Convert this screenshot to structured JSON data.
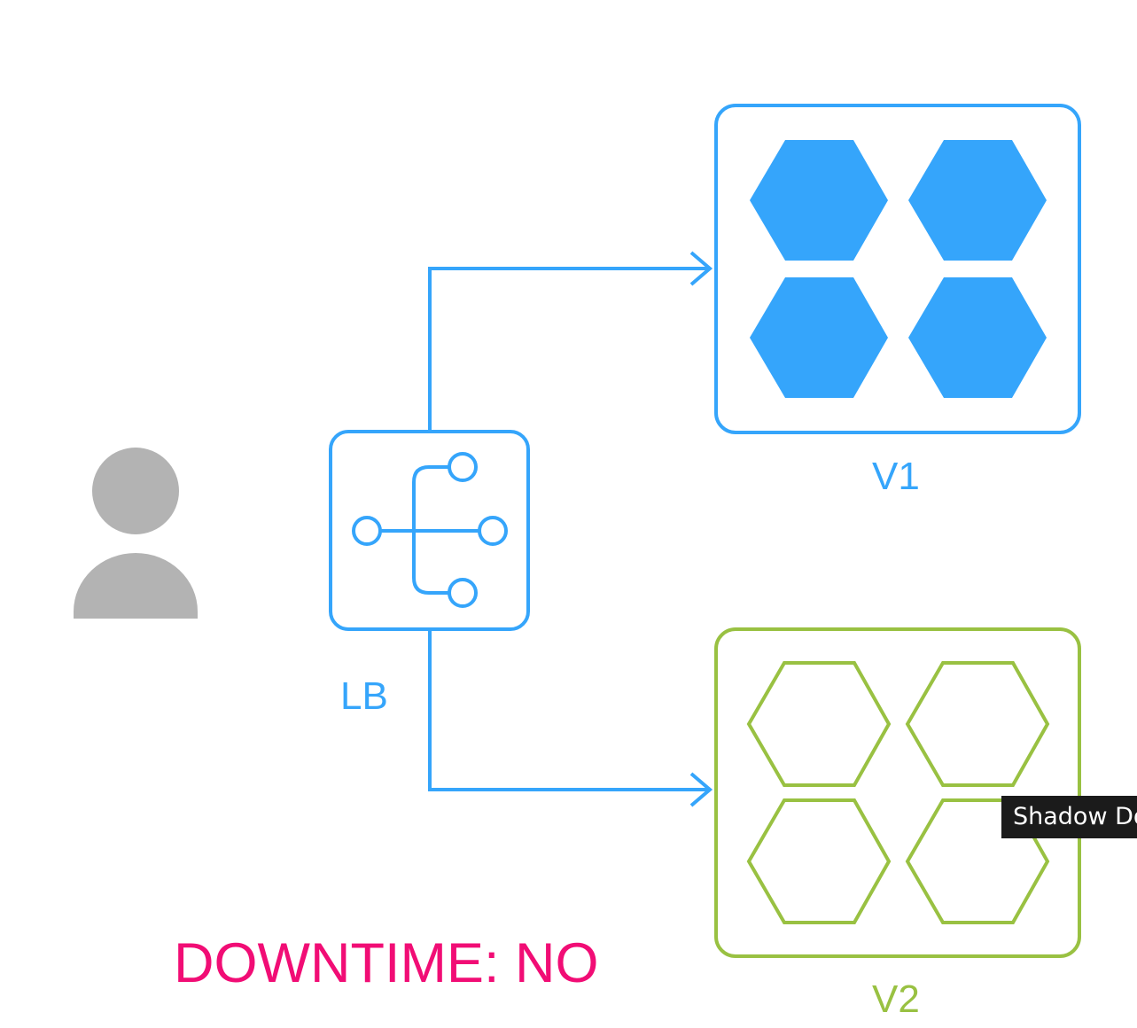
{
  "colors": {
    "v1": "#35a5fb",
    "v2": "#99c142",
    "user": "#b3b3b3",
    "downtime": "#f10d75",
    "tooltip_bg": "#1b1b1b",
    "tooltip_text": "#ffffff"
  },
  "nodes": {
    "user": {
      "icon": "user-icon"
    },
    "lb": {
      "label": "LB",
      "icon": "load-balancer-icon"
    },
    "v1": {
      "label": "V1",
      "instances": 4,
      "style": "filled-hexagon"
    },
    "v2": {
      "label": "V2",
      "instances": 4,
      "style": "outlined-hexagon"
    }
  },
  "status": {
    "downtime": "DOWNTIME: NO"
  },
  "tooltip": {
    "text": "Shadow Do"
  }
}
